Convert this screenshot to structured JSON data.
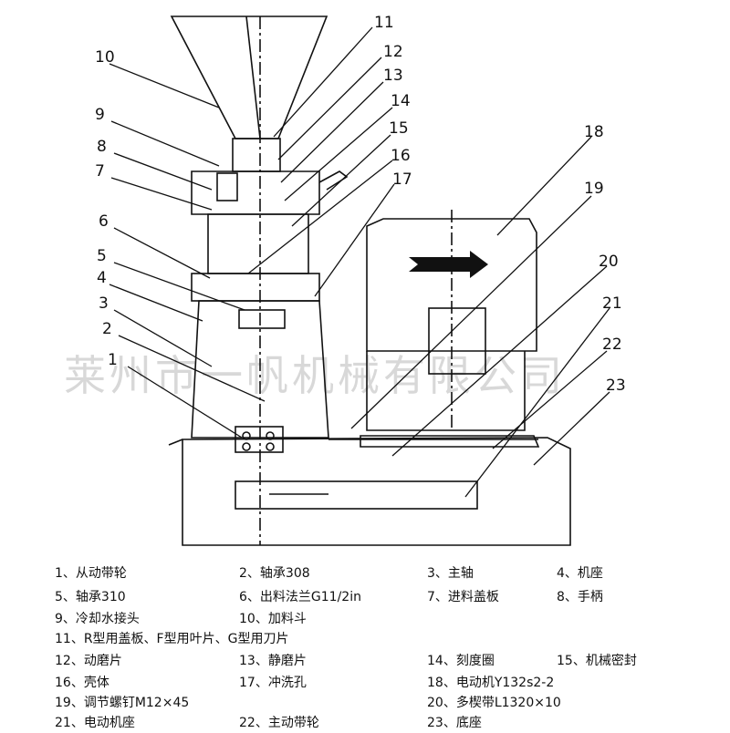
{
  "watermark": "莱州市一帆机械有限公司",
  "callouts": [
    "1",
    "2",
    "3",
    "4",
    "5",
    "6",
    "7",
    "8",
    "9",
    "10",
    "11",
    "12",
    "13",
    "14",
    "15",
    "16",
    "17",
    "18",
    "19",
    "20",
    "21",
    "22",
    "23"
  ],
  "legend_rows": [
    [
      "1、从动带轮",
      "2、轴承308",
      "3、主轴",
      "4、机座"
    ],
    [
      "5、轴承310",
      "6、出料法兰G11/2in",
      "7、进料盖板",
      "8、手柄"
    ],
    [
      "9、冷却水接头",
      "10、加料斗"
    ],
    [
      "11、R型用盖板、F型用叶片、G型用刀片"
    ],
    [
      "12、动磨片",
      "13、静磨片",
      "14、刻度圈",
      "15、机械密封"
    ],
    [
      "16、壳体",
      "17、冲洗孔",
      "18、电动机Y132s2-2"
    ],
    [
      "19、调节螺钉M12×45",
      "20、多楔带L1320×10"
    ],
    [
      "21、电动机座",
      "22、主动带轮",
      "23、底座"
    ]
  ]
}
